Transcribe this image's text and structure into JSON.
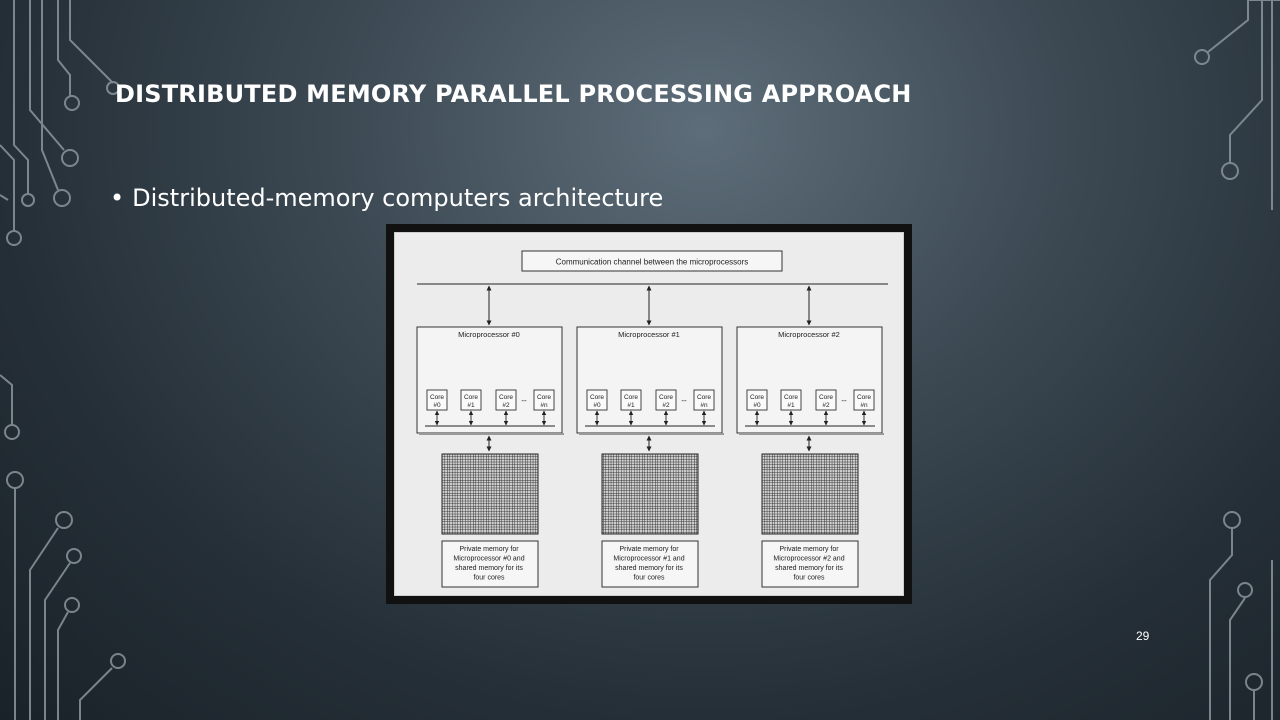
{
  "slide": {
    "title": "DISTRIBUTED MEMORY PARALLEL PROCESSING  APPROACH",
    "bullet": "Distributed-memory computers architecture",
    "page_number": "29"
  },
  "diagram": {
    "channel_label": "Communication channel between the microprocessors",
    "ellipsis": "--",
    "units": [
      {
        "processor_label": "Microprocessor #0",
        "cores": [
          {
            "line1": "Core",
            "line2": "#0"
          },
          {
            "line1": "Core",
            "line2": "#1"
          },
          {
            "line1": "Core",
            "line2": "#2"
          },
          {
            "line1": "Core",
            "line2": "#n"
          }
        ],
        "memory_label": [
          "Private memory for",
          "Microprocessor #0 and",
          "shared memory for its",
          "four cores"
        ]
      },
      {
        "processor_label": "Microprocessor #1",
        "cores": [
          {
            "line1": "Core",
            "line2": "#0"
          },
          {
            "line1": "Core",
            "line2": "#1"
          },
          {
            "line1": "Core",
            "line2": "#2"
          },
          {
            "line1": "Core",
            "line2": "#n"
          }
        ],
        "memory_label": [
          "Private memory for",
          "Microprocessor #1 and",
          "shared memory for its",
          "four cores"
        ]
      },
      {
        "processor_label": "Microprocessor #2",
        "cores": [
          {
            "line1": "Core",
            "line2": "#0"
          },
          {
            "line1": "Core",
            "line2": "#1"
          },
          {
            "line1": "Core",
            "line2": "#2"
          },
          {
            "line1": "Core",
            "line2": "#n"
          }
        ],
        "memory_label": [
          "Private memory for",
          "Microprocessor #2 and",
          "shared memory for its",
          "four cores"
        ]
      }
    ]
  },
  "colors": {
    "background": "#3b4852",
    "title_text": "#ffffff",
    "figure_frame": "#111111",
    "figure_bg": "#ececec"
  }
}
